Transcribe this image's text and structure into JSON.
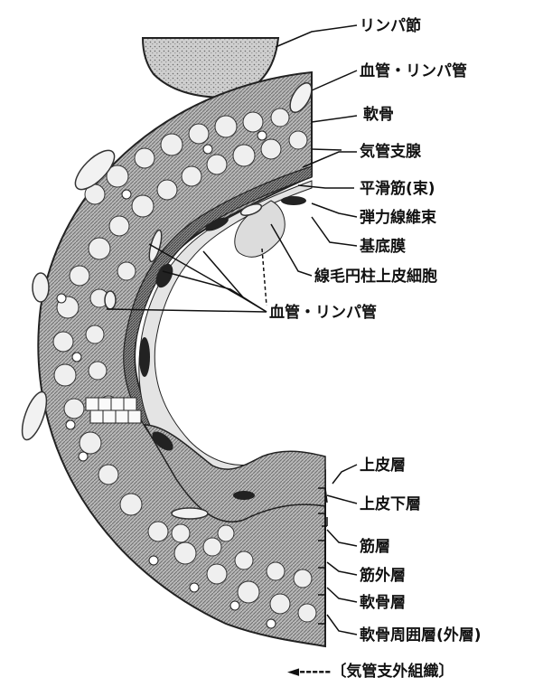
{
  "labels": {
    "lymph_node": "リンパ節",
    "blood_lymph_vessel_top": "血管・リンパ管",
    "cartilage": "軟骨",
    "bronchial_gland": "気管支腺",
    "smooth_muscle": "平滑筋(束)",
    "elastic_fiber": "弾力線維束",
    "basement_membrane": "基底膜",
    "ciliated_epithelium": "線毛円柱上皮細胞",
    "blood_lymph_vessel_mid": "血管・リンパ管",
    "epithelial_layer": "上皮層",
    "subepithelial_layer": "上皮下層",
    "muscle_layer": "筋層",
    "outer_muscle_layer": "筋外層",
    "cartilage_layer": "軟骨層",
    "pericartilage_layer": "軟骨周囲層(外層)",
    "extrabronchial_tissue": "◄-----〔気管支外組織〕"
  },
  "colors": {
    "tissue_dark": "#8a8a8a",
    "tissue_light": "#c9c9c9",
    "line": "#111111",
    "background": "#ffffff"
  }
}
